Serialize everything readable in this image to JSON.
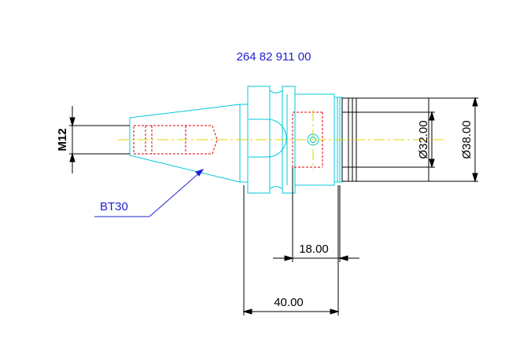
{
  "drawing": {
    "part_number": "264 82 911 00",
    "taper_label": "BT30",
    "thread_label": "M12",
    "dims": {
      "d_inner": "Ø32.00",
      "d_outer": "Ø38.00",
      "len_18": "18.00",
      "len_40": "40.00"
    }
  },
  "colors": {
    "part": "#00c8dc",
    "hidden": "#e00000",
    "center": "#d8d800",
    "dim": "#000000",
    "label": "#2020d0",
    "fill": "#ffffff"
  }
}
